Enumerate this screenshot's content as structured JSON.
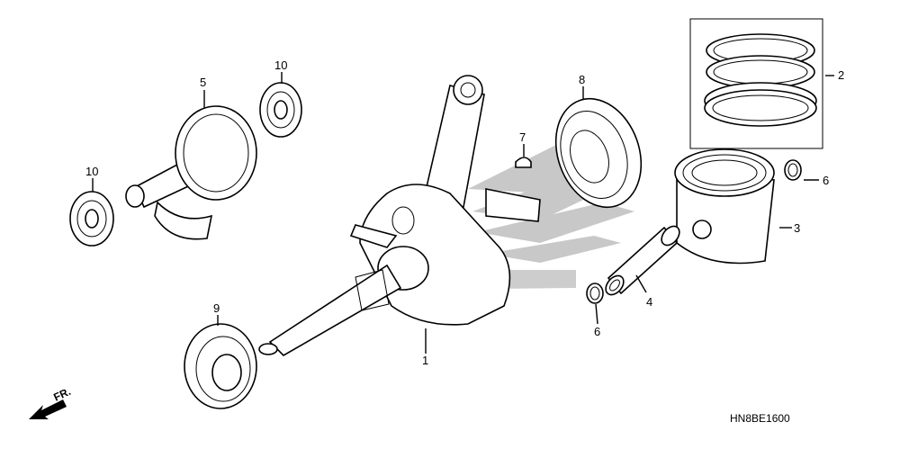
{
  "diagram": {
    "diagram_code": "HN8BE1600",
    "direction_label": "FR.",
    "callouts": [
      {
        "id": "1",
        "text": "1"
      },
      {
        "id": "2",
        "text": "2"
      },
      {
        "id": "3",
        "text": "3"
      },
      {
        "id": "4",
        "text": "4"
      },
      {
        "id": "5",
        "text": "5"
      },
      {
        "id": "6a",
        "text": "6"
      },
      {
        "id": "6b",
        "text": "6"
      },
      {
        "id": "7",
        "text": "7"
      },
      {
        "id": "8",
        "text": "8"
      },
      {
        "id": "9",
        "text": "9"
      },
      {
        "id": "10a",
        "text": "10"
      },
      {
        "id": "10b",
        "text": "10"
      }
    ],
    "watermark_logo": "HONDA"
  }
}
